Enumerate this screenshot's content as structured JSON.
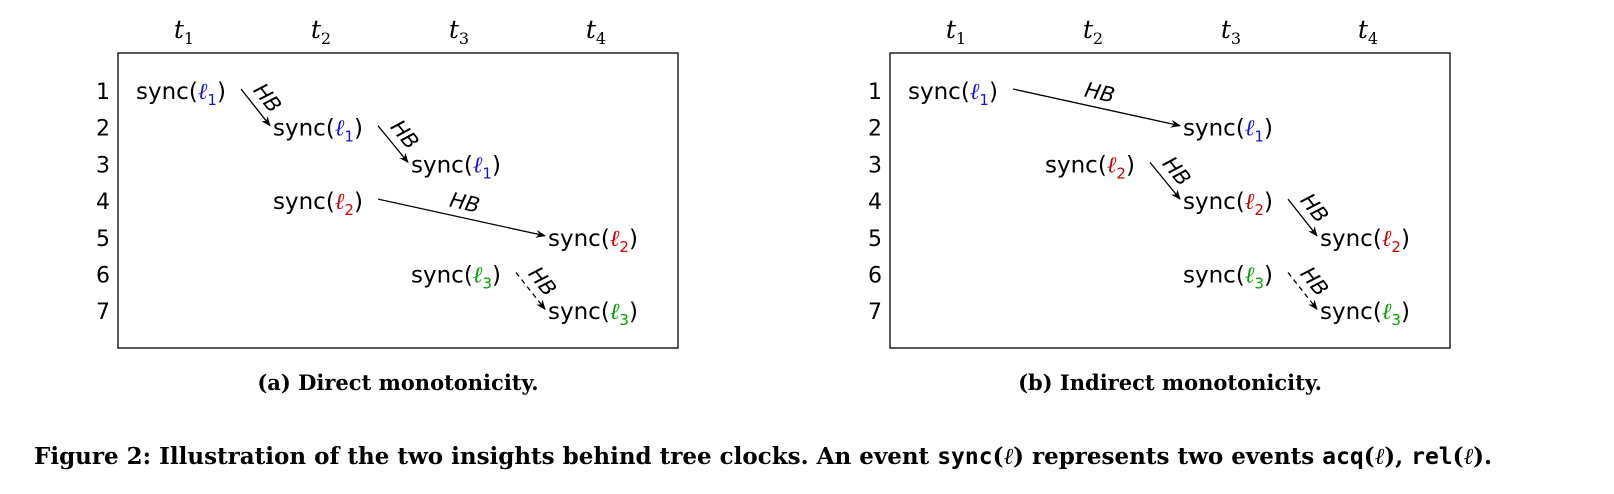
{
  "panels": [
    {
      "threads": [
        "t1",
        "t2",
        "t3",
        "t4"
      ],
      "rows": [
        "1",
        "2",
        "3",
        "4",
        "5",
        "6",
        "7"
      ],
      "events": [
        {
          "text": "sync(",
          "lock": "ℓ",
          "sub": "1",
          "close": ")",
          "color": "#1414e6",
          "col": 0,
          "row": 1
        },
        {
          "text": "sync(",
          "lock": "ℓ",
          "sub": "1",
          "close": ")",
          "color": "#1414e6",
          "col": 1,
          "row": 2
        },
        {
          "text": "sync(",
          "lock": "ℓ",
          "sub": "1",
          "close": ")",
          "color": "#1414e6",
          "col": 2,
          "row": 3
        },
        {
          "text": "sync(",
          "lock": "ℓ",
          "sub": "2",
          "close": ")",
          "color": "#cc0000",
          "col": 1,
          "row": 4
        },
        {
          "text": "sync(",
          "lock": "ℓ",
          "sub": "2",
          "close": ")",
          "color": "#cc0000",
          "col": 3,
          "row": 5
        },
        {
          "text": "sync(",
          "lock": "ℓ",
          "sub": "3",
          "close": ")",
          "color": "#00a000",
          "col": 2,
          "row": 6
        },
        {
          "text": "sync(",
          "lock": "ℓ",
          "sub": "3",
          "close": ")",
          "color": "#00a000",
          "col": 3,
          "row": 7
        }
      ],
      "edges": [
        {
          "from": 0,
          "to": 1,
          "label": "HB",
          "dashed": false
        },
        {
          "from": 1,
          "to": 2,
          "label": "HB",
          "dashed": false
        },
        {
          "from": 3,
          "to": 4,
          "label": "HB",
          "dashed": false
        },
        {
          "from": 5,
          "to": 6,
          "label": "HB",
          "dashed": true
        }
      ],
      "caption": "(a) Direct monotonicity."
    },
    {
      "threads": [
        "t1",
        "t2",
        "t3",
        "t4"
      ],
      "rows": [
        "1",
        "2",
        "3",
        "4",
        "5",
        "6",
        "7"
      ],
      "events": [
        {
          "text": "sync(",
          "lock": "ℓ",
          "sub": "1",
          "close": ")",
          "color": "#1414e6",
          "col": 0,
          "row": 1
        },
        {
          "text": "sync(",
          "lock": "ℓ",
          "sub": "1",
          "close": ")",
          "color": "#1414e6",
          "col": 2,
          "row": 2
        },
        {
          "text": "sync(",
          "lock": "ℓ",
          "sub": "2",
          "close": ")",
          "color": "#cc0000",
          "col": 1,
          "row": 3
        },
        {
          "text": "sync(",
          "lock": "ℓ",
          "sub": "2",
          "close": ")",
          "color": "#cc0000",
          "col": 2,
          "row": 4
        },
        {
          "text": "sync(",
          "lock": "ℓ",
          "sub": "2",
          "close": ")",
          "color": "#cc0000",
          "col": 3,
          "row": 5
        },
        {
          "text": "sync(",
          "lock": "ℓ",
          "sub": "3",
          "close": ")",
          "color": "#00a000",
          "col": 2,
          "row": 6
        },
        {
          "text": "sync(",
          "lock": "ℓ",
          "sub": "3",
          "close": ")",
          "color": "#00a000",
          "col": 3,
          "row": 7
        }
      ],
      "edges": [
        {
          "from": 0,
          "to": 1,
          "label": "HB",
          "dashed": false
        },
        {
          "from": 2,
          "to": 3,
          "label": "HB",
          "dashed": false
        },
        {
          "from": 3,
          "to": 4,
          "label": "HB",
          "dashed": false
        },
        {
          "from": 5,
          "to": 6,
          "label": "HB",
          "dashed": true
        }
      ],
      "caption": "(b) Indirect monotonicity."
    }
  ],
  "figure_caption": {
    "prefix": "Figure 2: Illustration of the two insights behind tree clocks. An event ",
    "sync_code": "sync",
    "lock": "ℓ",
    "middle": " represents two events ",
    "acq_code": "acq",
    "comma": ", ",
    "rel_code": "rel",
    "end": "."
  }
}
